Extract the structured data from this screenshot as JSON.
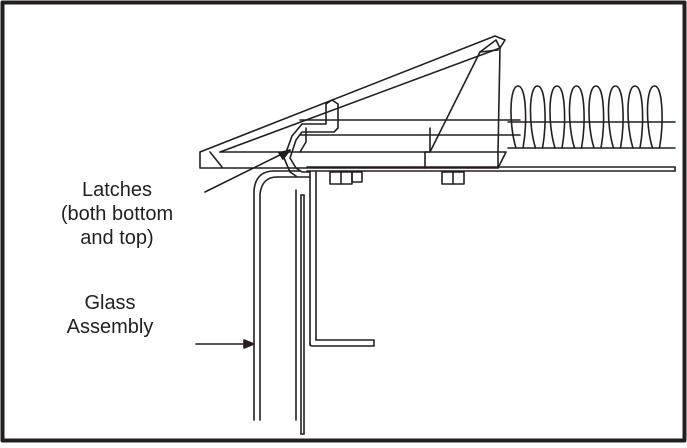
{
  "labels": {
    "latches": [
      "Latches",
      "(both bottom",
      "and top)"
    ],
    "glass_assembly": [
      "Glass",
      "Assembly"
    ]
  },
  "colors": {
    "line": "#231f20",
    "background": "#ffffff"
  }
}
